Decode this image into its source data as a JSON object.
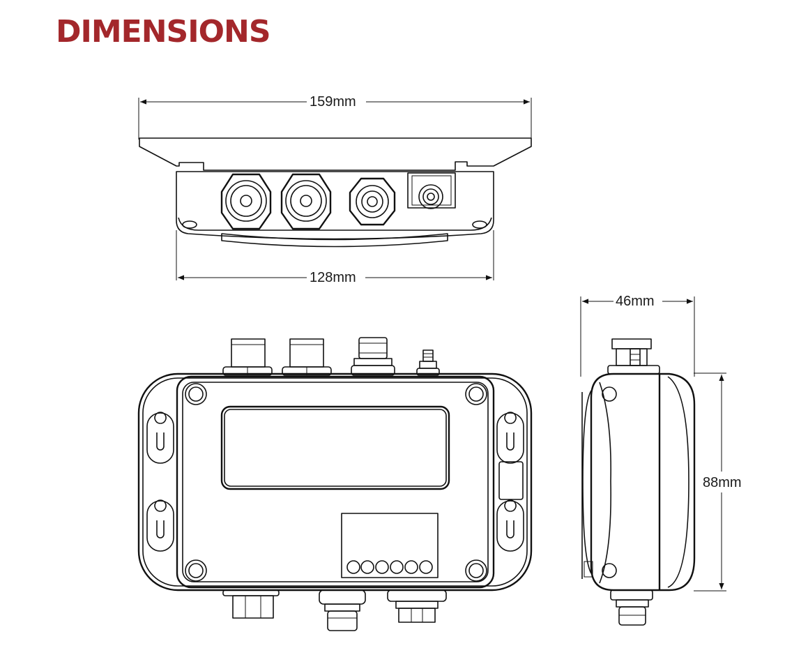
{
  "page": {
    "title": "DIMENSIONS"
  },
  "colors": {
    "title": "#a3272b",
    "line": "#111111"
  },
  "dimensions": {
    "top_width": "159mm",
    "body_width": "128mm",
    "depth": "46mm",
    "height": "88mm"
  },
  "views": [
    "top-view",
    "front-view",
    "side-view"
  ]
}
